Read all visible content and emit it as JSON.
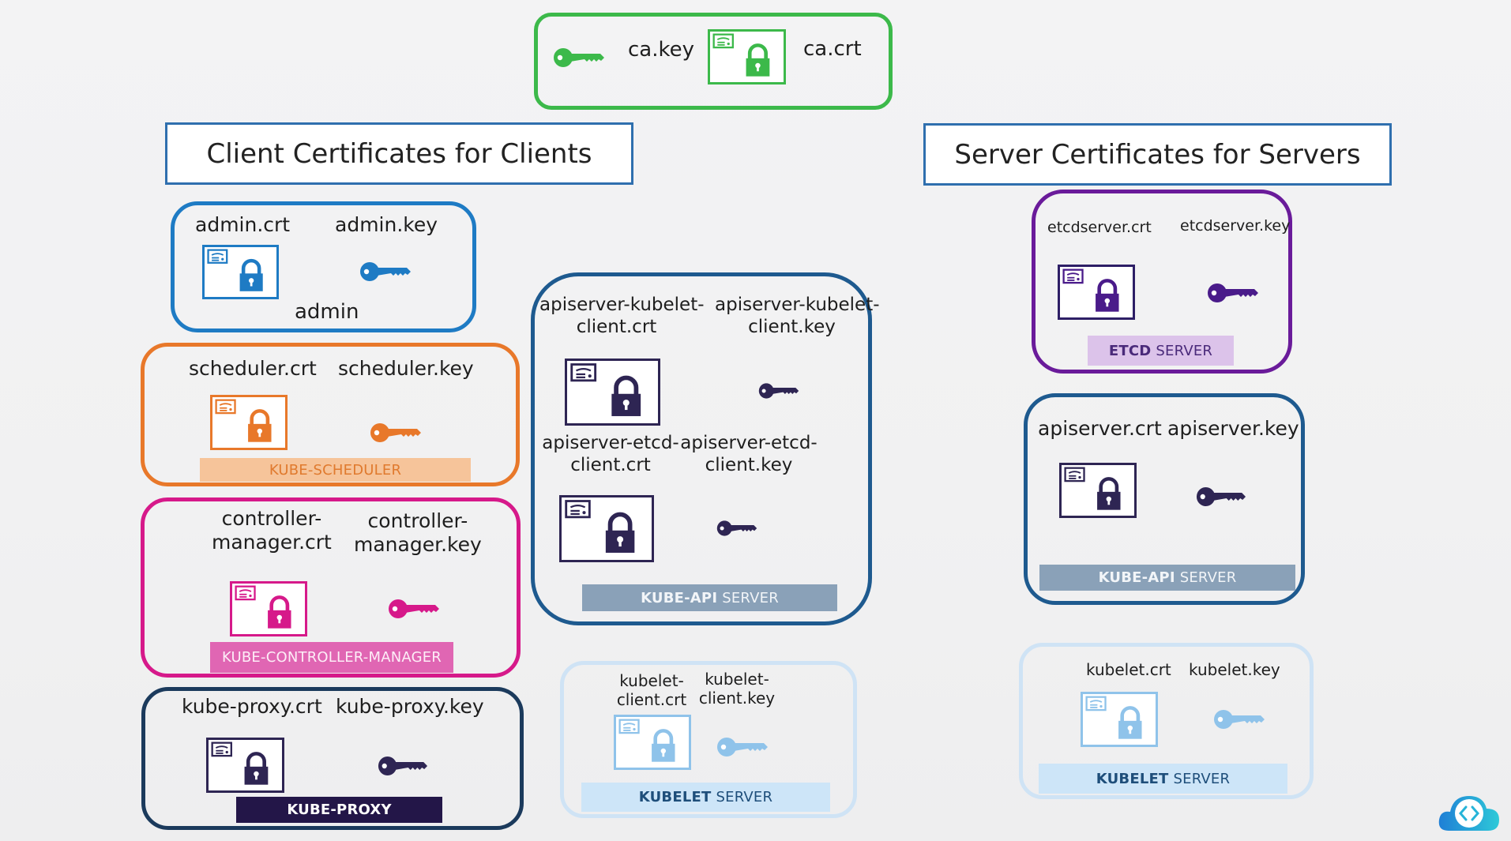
{
  "colors": {
    "ca": "#3cb94a",
    "admin": "#1e7bc4",
    "scheduler": "#e8782a",
    "scheduler_banner_bg": "#f6c49a",
    "scheduler_banner_text": "#e07a2e",
    "controller": "#d6198a",
    "controller_banner_bg": "#e066b3",
    "proxy_border": "#1b3a5c",
    "proxy_icon": "#2e2553",
    "proxy_banner_bg": "#231648",
    "apiserver_border": "#1e5a8f",
    "apiserver_icon": "#2e2553",
    "apiserver_banner_bg": "#8aa1b8",
    "kubelet": "#8fc3ea",
    "kubelet_border": "#cfe3f5",
    "kubelet_banner_bg": "#cde5f8",
    "kubelet_banner_text": "#1e4e7a",
    "etcd": "#6a1b9a",
    "etcd_banner_bg": "#dcc3ea",
    "header_border": "#2f6fae"
  },
  "ca": {
    "key_label": "ca.key",
    "crt_label": "ca.crt"
  },
  "headers": {
    "client": "Client Certificates for Clients",
    "server": "Server Certificates for Servers"
  },
  "clients": {
    "admin": {
      "crt": "admin.crt",
      "key": "admin.key",
      "name": "admin"
    },
    "scheduler": {
      "crt": "scheduler.crt",
      "key": "scheduler.key",
      "banner": "KUBE-SCHEDULER"
    },
    "controller": {
      "crt_line1": "controller-",
      "crt_line2": "manager.crt",
      "key_line1": "controller-",
      "key_line2": "manager.key",
      "banner": "KUBE-CONTROLLER-MANAGER"
    },
    "proxy": {
      "crt": "kube-proxy.crt",
      "key": "kube-proxy.key",
      "banner": "KUBE-PROXY"
    },
    "apiserver_clients": {
      "kubelet_crt_line1": "apiserver-kubelet-",
      "kubelet_crt_line2": "client.crt",
      "kubelet_key_line1": "apiserver-kubelet-",
      "kubelet_key_line2": "client.key",
      "etcd_crt_line1": "apiserver-etcd-",
      "etcd_crt_line2": "client.crt",
      "etcd_key_line1": "apiserver-etcd-",
      "etcd_key_line2": "client.key",
      "banner_bold": "KUBE-API",
      "banner_rest": "SERVER"
    },
    "kubelet_client": {
      "crt_line1": "kubelet-",
      "crt_line2": "client.crt",
      "key_line1": "kubelet-",
      "key_line2": "client.key",
      "banner_bold": "KUBELET",
      "banner_rest": "SERVER"
    }
  },
  "servers": {
    "etcd": {
      "crt": "etcdserver.crt",
      "key": "etcdserver.key",
      "banner_bold": "ETCD",
      "banner_rest": "SERVER"
    },
    "apiserver": {
      "crt": "apiserver.crt",
      "key": "apiserver.key",
      "banner_bold": "KUBE-API",
      "banner_rest": "SERVER"
    },
    "kubelet": {
      "crt": "kubelet.crt",
      "key": "kubelet.key",
      "banner_bold": "KUBELET",
      "banner_rest": "SERVER"
    }
  },
  "logo": {
    "icon": "cloud-code-icon"
  }
}
